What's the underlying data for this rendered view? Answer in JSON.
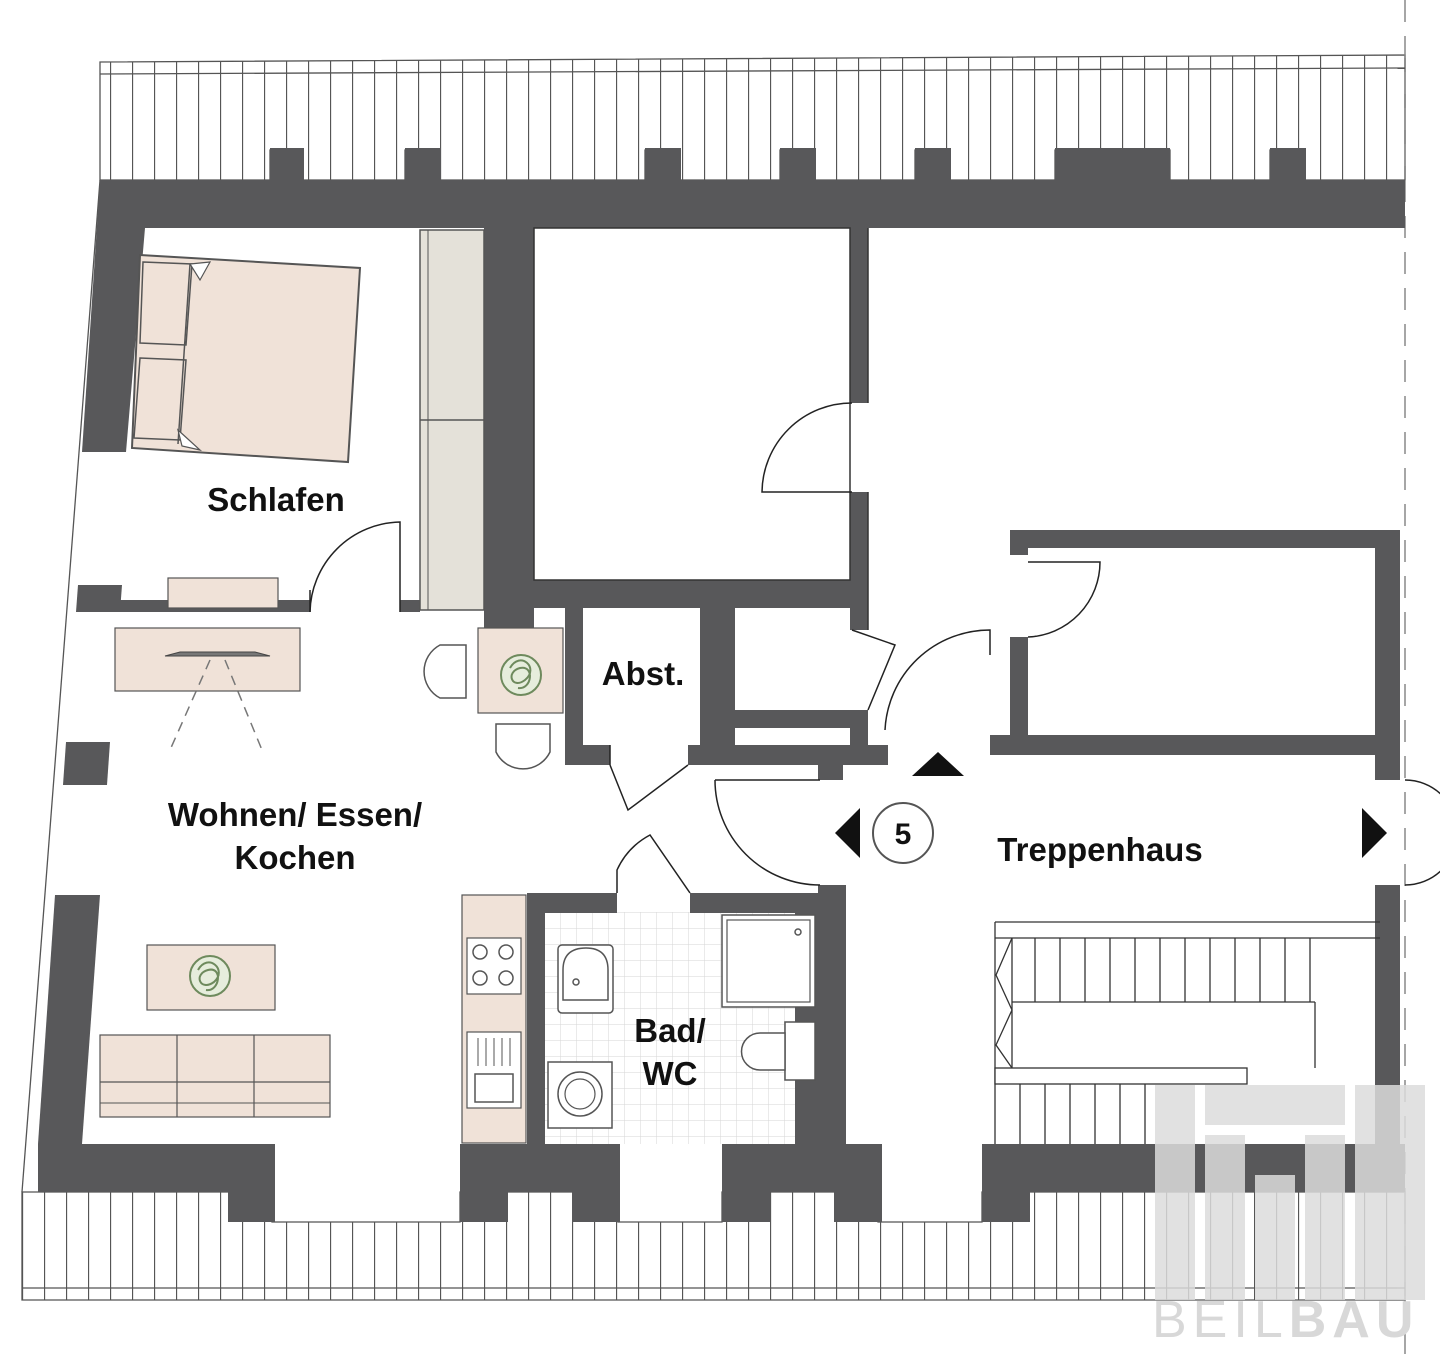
{
  "rooms": {
    "schlafen": "Schlafen",
    "wohnen_line1": "Wohnen/ Essen/",
    "wohnen_line2": "Kochen",
    "abst": "Abst.",
    "bad_line1": "Bad/",
    "bad_line2": "WC",
    "treppenhaus": "Treppenhaus"
  },
  "unit_number": "5",
  "watermark": {
    "text_light": "BEIL",
    "text_bold": "BAU"
  },
  "colors": {
    "wall": "#58585a",
    "furniture": "#f0e2d8",
    "furniture_outline": "#777777",
    "wardrobe": "#e4e1d9",
    "plant": "#8aa07a",
    "tile_grid": "#d4d4d4",
    "roof_lines": "#555555",
    "watermark": "#dcdcdc"
  }
}
